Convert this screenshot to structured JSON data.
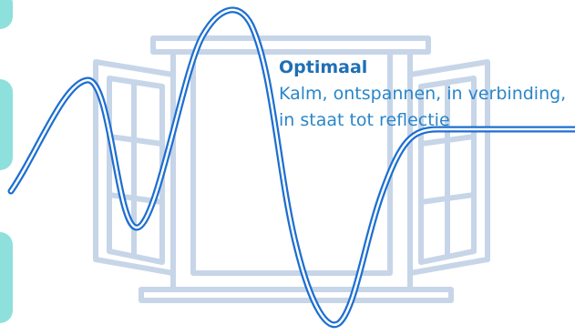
{
  "colors": {
    "accent_blue": "#1e6fd0",
    "wave_inner": "#ffffff",
    "window_frame": "#c7d5e8",
    "teal_tab": "#8ee0dc",
    "text_blue": "#2a86c8",
    "title_blue": "#1f6fb5"
  },
  "caption": {
    "title": "Optimaal",
    "line1": "Kalm, ontspannen, in verbinding,",
    "line2": "in staat tot reflectie"
  },
  "icons": {
    "window": "open-window-icon",
    "wave": "arousal-wave-line"
  }
}
